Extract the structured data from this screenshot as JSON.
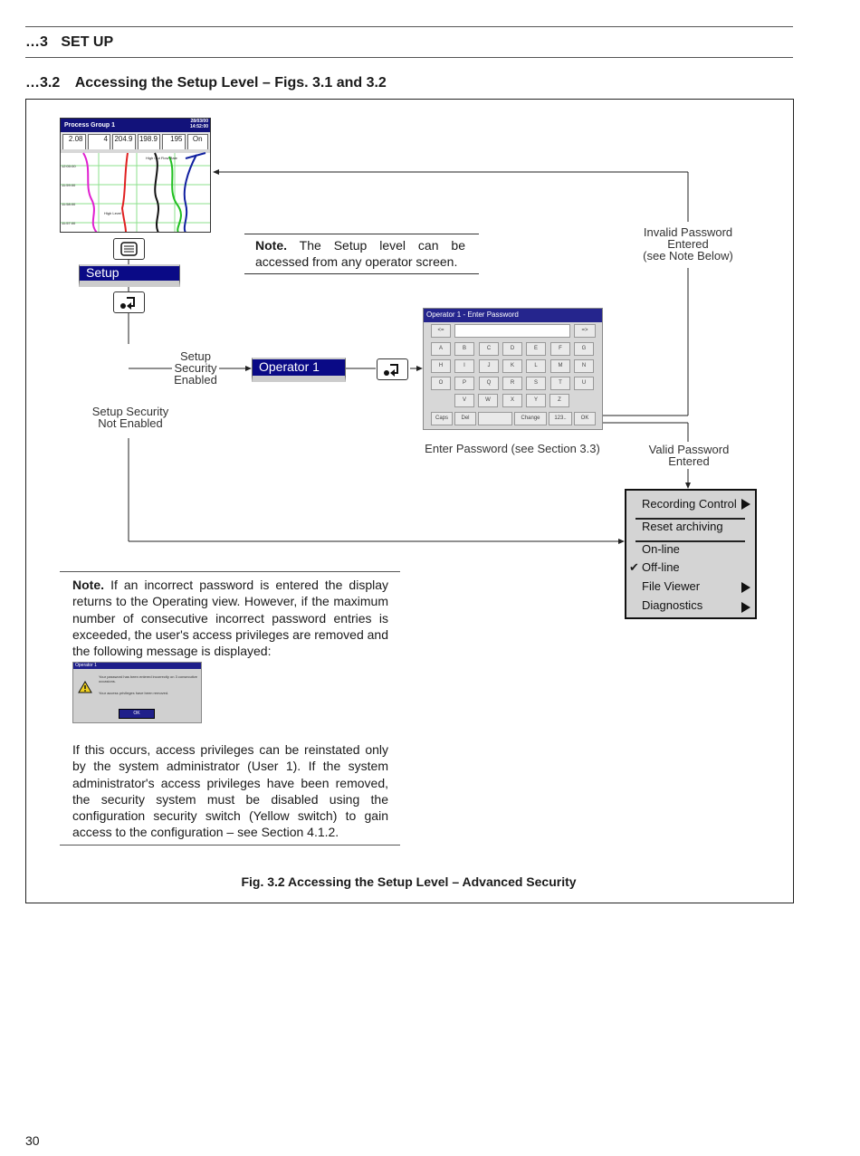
{
  "header": {
    "chapter": "…3",
    "chapter_title": "SET UP",
    "section_number": "…3.2",
    "section_title": "Accessing the Setup Level – Figs. 3.1 and 3.2"
  },
  "operator_screen": {
    "title": "Process Group 1",
    "date": "28/03/00",
    "time": "14:52:00",
    "values": [
      "2.08",
      "4",
      "204.9",
      "198.9",
      "195",
      "On"
    ],
    "times": [
      "12:00:00",
      "11:59:00",
      "11:58:00",
      "11:57:00"
    ],
    "annotations": [
      "High Out Flow Rate",
      "High Level"
    ]
  },
  "setup_bar": {
    "label": "Setup"
  },
  "note_top": {
    "bold": "Note.",
    "text": "The Setup level can be accessed from any operator screen."
  },
  "labels": {
    "setup_security_enabled": [
      "Setup",
      "Security",
      "Enabled"
    ],
    "setup_security_not_enabled": [
      "Setup Security",
      "Not Enabled"
    ],
    "invalid_password": [
      "Invalid Password",
      "Entered",
      "(see Note Below)"
    ],
    "valid_password": [
      "Valid Password",
      "Entered"
    ],
    "enter_password_caption": "Enter Password (see Section 3.3)"
  },
  "operator_bar": {
    "label": "Operator 1"
  },
  "password_dialog": {
    "title": "Operator 1 - Enter Password",
    "nav": [
      "<=",
      "=>"
    ],
    "rows": [
      [
        "A",
        "B",
        "C",
        "D",
        "E",
        "F",
        "G"
      ],
      [
        "H",
        "I",
        "J",
        "K",
        "L",
        "M",
        "N"
      ],
      [
        "O",
        "P",
        "Q",
        "R",
        "S",
        "T",
        "U"
      ],
      [
        "V",
        "W",
        "X",
        "Y",
        "Z"
      ]
    ],
    "bottom": [
      "Caps",
      "Del",
      "",
      "Change",
      "123..",
      "OK"
    ]
  },
  "menu": {
    "items": [
      {
        "label": "Recording Control",
        "submenu": true,
        "checked": false
      },
      {
        "label": "Reset archiving",
        "submenu": false,
        "checked": false
      },
      {
        "label": "On-line",
        "submenu": false,
        "checked": false
      },
      {
        "label": "Off-line",
        "submenu": false,
        "checked": true
      },
      {
        "label": "File Viewer",
        "submenu": true,
        "checked": false
      },
      {
        "label": "Diagnostics",
        "submenu": true,
        "checked": false
      }
    ],
    "check_mark": "✔"
  },
  "note_bottom": {
    "bold": "Note.",
    "text1": "If an incorrect password is entered the display returns to the Operating view. However, if the maximum number of consecutive incorrect password entries is exceeded, the user's access privileges are removed and the following message is displayed:",
    "text2": "If this occurs, access privileges can be reinstated only by the system administrator (User 1). If the system administrator's access privileges have been removed, the security system must be disabled using the configuration security switch (Yellow switch) to gain access to the configuration – see Section 4.1.2."
  },
  "message_box": {
    "title": "Operator 1",
    "line1": "Your password has been entered incorrectly on 3 consecutive occasions.",
    "line2": "Your access privileges have been removed.",
    "ok": "OK"
  },
  "caption": "Fig. 3.2 Accessing the Setup Level – Advanced Security",
  "page_number": "30",
  "colors": {
    "bar_blue": "#0a0a86",
    "menu_bg": "#d4d4d4"
  }
}
